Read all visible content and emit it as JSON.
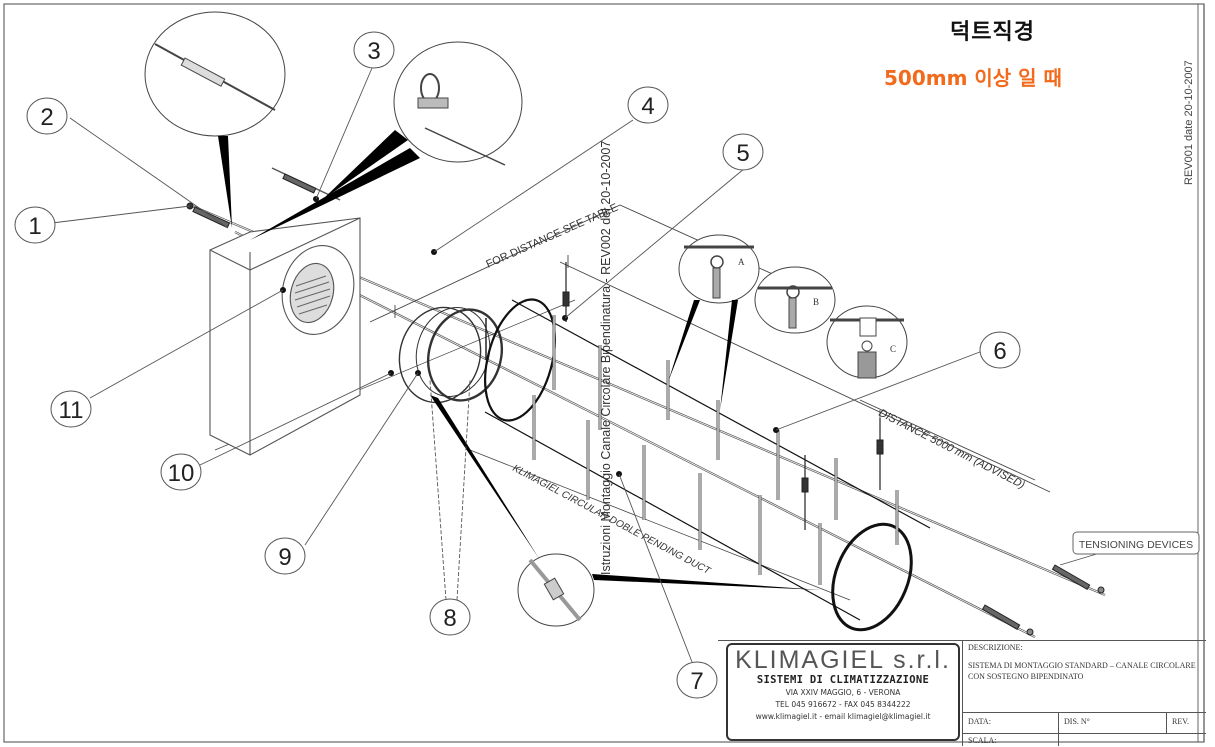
{
  "heading": {
    "title_ko": "덕트직경",
    "subtitle_ko": "500mm 이상  일 때",
    "subtitle_color": "#f26b1d"
  },
  "revision_vertical": "REV001 date  20-10-2007",
  "center_vertical": "Istruzioni Montaggio Canale Circolare Bipendinatura - REV002 del 20-10-2007",
  "annotations": {
    "for_distance": "FOR DISTANCE SEE TABLE",
    "distance_advised": "DISTANCE 5000 mm (ADVISED)",
    "duct_label": "KLIMAGIEL CIRCULAR DOBLE PENDING DUCT",
    "tensioning_devices": "TENSIONING DEVICES",
    "detail_a": "A",
    "detail_b": "B",
    "detail_c": "C"
  },
  "callouts": [
    "1",
    "2",
    "3",
    "4",
    "5",
    "6",
    "7",
    "8",
    "9",
    "10",
    "11"
  ],
  "title_block": {
    "company": "KLIMAGIEL  s.r.l.",
    "company_sub": "SISTEMI DI CLIMATIZZAZIONE",
    "address": "VIA XXIV MAGGIO, 6 - VERONA",
    "phone": "TEL 045 916672 - FAX 045 8344222",
    "web": "www.klimagiel.it - email klimagiel@klimagiel.it",
    "descrizione_label": "DESCRIZIONE:",
    "descrizione_text": "SISTEMA DI MONTAGGIO STANDARD – CANALE CIRCOLARE CON SOSTEGNO BIPENDINATO",
    "data_label": "DATA:",
    "dis_label": "DIS. N°",
    "rev_label": "REV.",
    "scala_label": "SCALA:"
  }
}
